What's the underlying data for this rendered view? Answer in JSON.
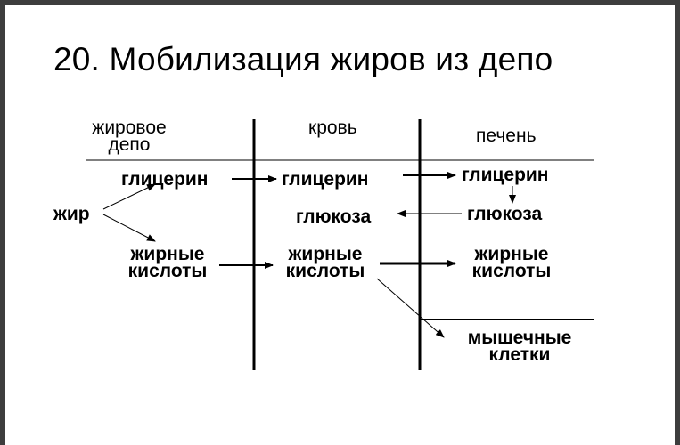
{
  "title": "20. Мобилизация жиров из депо",
  "columns": {
    "depot": [
      "жировое",
      "депо"
    ],
    "blood": "кровь",
    "liver": "печень"
  },
  "depot": {
    "fat": "жир",
    "glycerol": "глицерин",
    "fatty_acids": [
      "жирные",
      "кислоты"
    ]
  },
  "blood": {
    "glycerol": "глицерин",
    "glucose": "глюкоза",
    "fatty_acids": [
      "жирные",
      "кислоты"
    ]
  },
  "liver": {
    "glycerol": "глицерин",
    "glucose": "глюкоза",
    "fatty_acids": [
      "жирные",
      "кислоты"
    ]
  },
  "muscle": [
    "мышечные",
    "клетки"
  ]
}
